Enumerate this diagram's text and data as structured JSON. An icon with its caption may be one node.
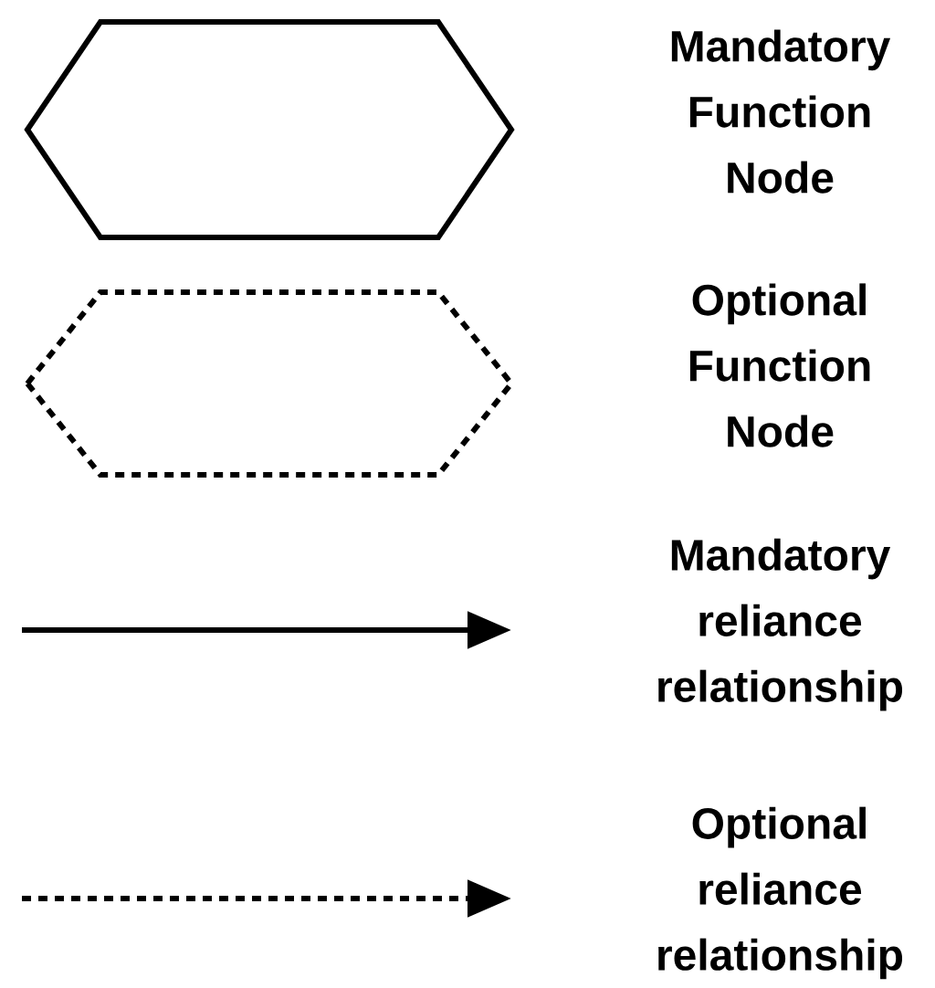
{
  "diagram": {
    "legend": [
      {
        "text": "Mandatory Function Node"
      },
      {
        "text": "Optional Function Node"
      },
      {
        "text": "Mandatory reliance relationship"
      },
      {
        "text": "Optional reliance relationship"
      }
    ]
  }
}
